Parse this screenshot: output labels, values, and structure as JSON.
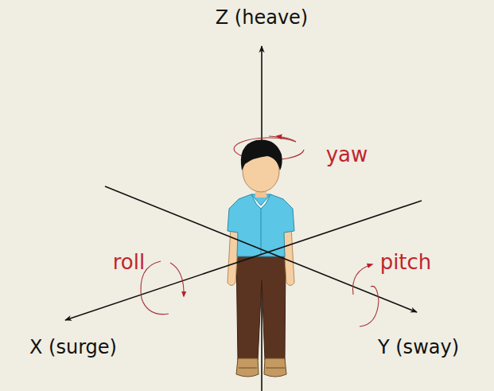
{
  "diagram": {
    "labels": [
      "Z (heave)",
      "yaw",
      "roll",
      "pitch",
      "X (surge)",
      "Y (sway)"
    ]
  }
}
